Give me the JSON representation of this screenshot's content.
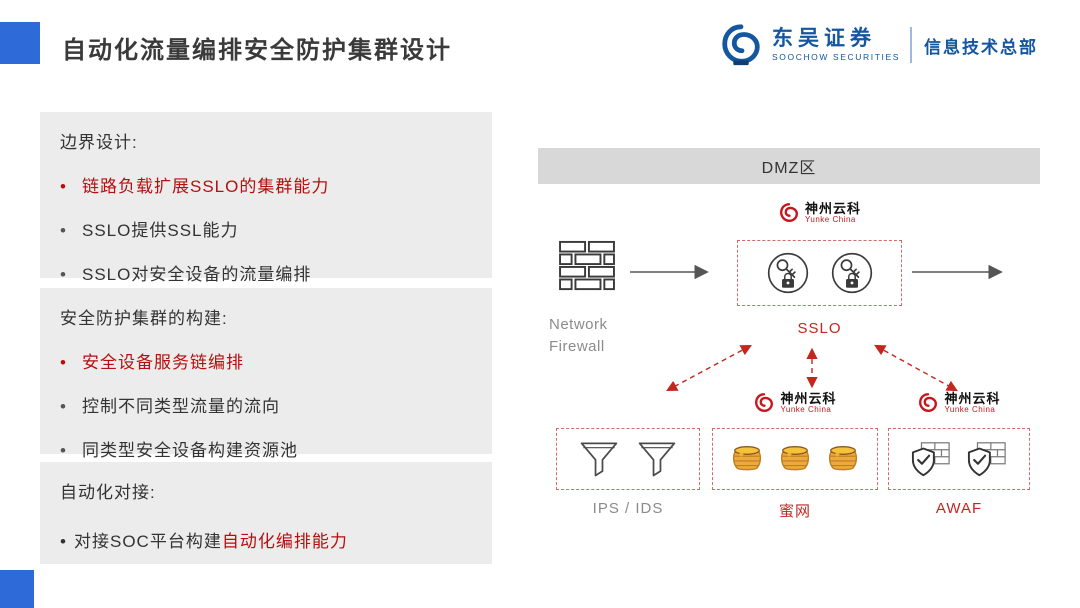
{
  "header": {
    "title": "自动化流量编排安全防护集群设计",
    "logo": {
      "cn": "东吴证券",
      "en": "SOOCHOW SECURITIES",
      "dept": "信息技术总部"
    }
  },
  "sections": [
    {
      "heading": "边界设计:",
      "bullets": [
        {
          "text": "链路负载扩展SSLO的集群能力",
          "emphasis": true
        },
        {
          "text": "SSLO提供SSL能力",
          "emphasis": false
        },
        {
          "text": "SSLO对安全设备的流量编排",
          "emphasis": false
        }
      ]
    },
    {
      "heading": "安全防护集群的构建:",
      "bullets": [
        {
          "text": "安全设备服务链编排",
          "emphasis": true
        },
        {
          "text": "控制不同类型流量的流向",
          "emphasis": false
        },
        {
          "text": "同类型安全设备构建资源池",
          "emphasis": false
        }
      ]
    },
    {
      "heading": "自动化对接:",
      "bullet_prefix": "对接SOC平台构建",
      "bullet_highlight": "自动化编排能力"
    }
  ],
  "diagram": {
    "dmz_label": "DMZ区",
    "firewall_label": "Network Firewall",
    "sslo_label": "SSLO",
    "ips_label": "IPS / IDS",
    "honeynet_label": "蜜网",
    "awaf_label": "AWAF",
    "yunke": {
      "cn": "神州云科",
      "en": "Yunke China"
    }
  },
  "colors": {
    "accent_blue": "#2f6bd8",
    "brand_blue": "#1456a0",
    "emphasis_red": "#b50f0f",
    "diagram_red": "#c2261f",
    "panel_gray": "#ececec",
    "dmz_gray": "#d8d8d8"
  }
}
